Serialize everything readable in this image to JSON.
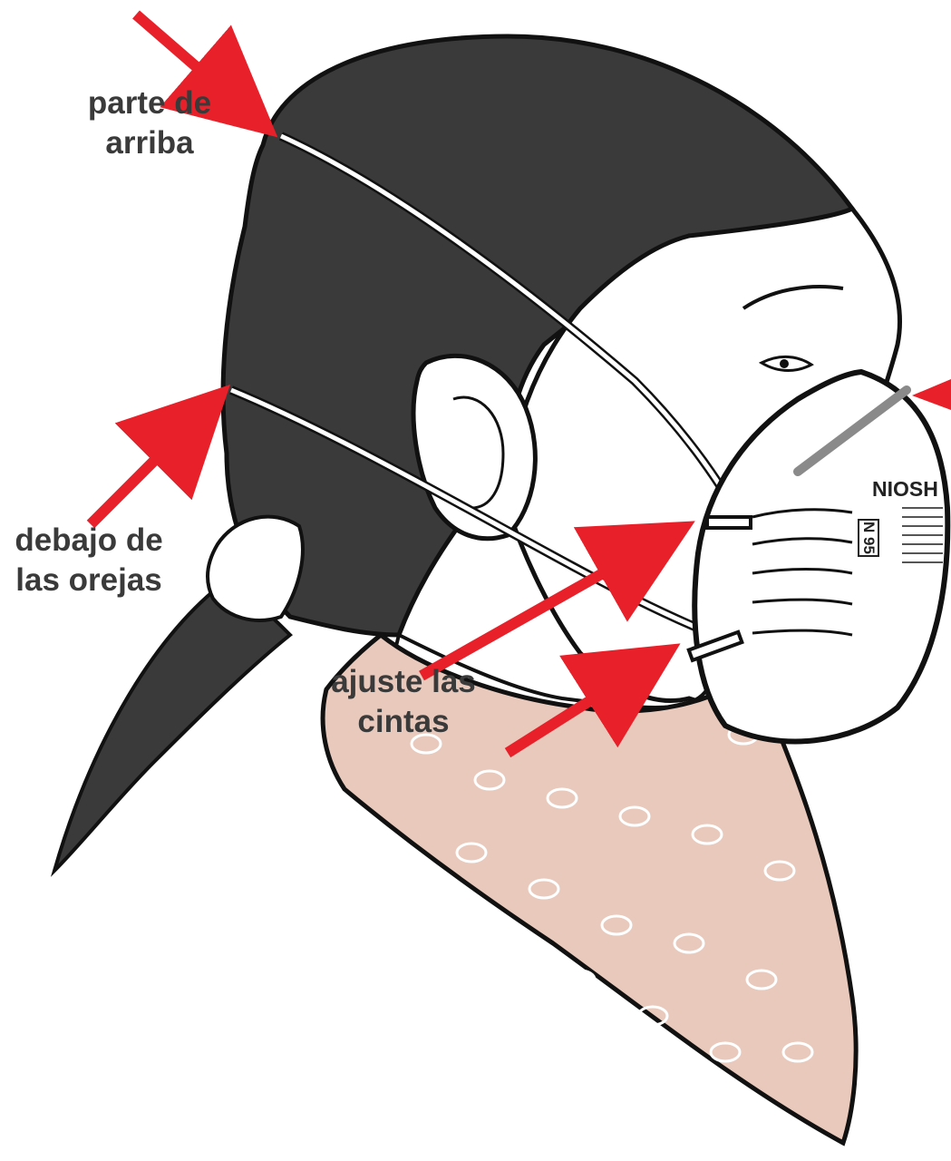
{
  "labels": {
    "top": [
      "parte de",
      "arriba"
    ],
    "ears": [
      "debajo de",
      "las orejas"
    ],
    "adjust": [
      "ajuste las",
      "cintas"
    ]
  },
  "mask": {
    "brand": "NIOSH",
    "rating": "N 95"
  },
  "colors": {
    "arrow": "#e8202a",
    "hair": "#3a3a3a",
    "bandana": "#e9c9bc",
    "label_text": "#3a3a3a",
    "outline": "#111111"
  },
  "icons": [
    "arrow-icon",
    "respirator-mask-icon",
    "bandana-icon",
    "ear-icon",
    "eye-icon"
  ]
}
